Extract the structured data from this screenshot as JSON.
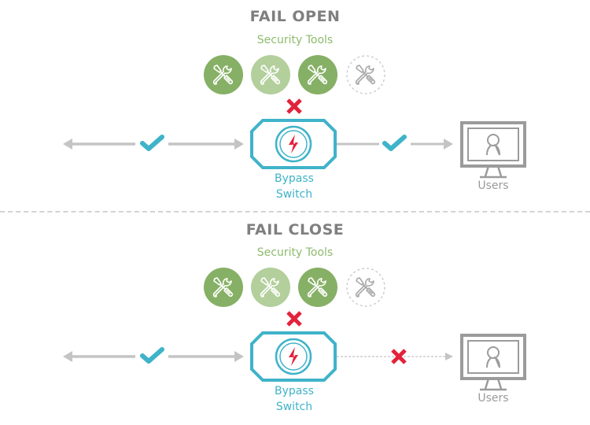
{
  "colors": {
    "tool_dark": "#86b065",
    "tool_light": "#b3cf9c",
    "tool_inactive_stroke": "#c8c8c8",
    "teal": "#3fb3c9",
    "red": "#e3223b",
    "gray_arrow": "#c4c4c4",
    "monitor_gray": "#9b9b9b",
    "title_gray": "#7f7f7f",
    "subtitle_green": "#8dbb6c"
  },
  "panels": [
    {
      "title": "FAIL OPEN",
      "tools_label": "Security Tools",
      "tools": [
        {
          "state": "active",
          "icon": "wrench-screwdriver-icon"
        },
        {
          "state": "faded",
          "icon": "wrench-screwdriver-icon"
        },
        {
          "state": "active",
          "icon": "wrench-screwdriver-icon"
        },
        {
          "state": "inactive",
          "icon": "wrench-screwdriver-icon"
        }
      ],
      "tool_link_status": "blocked",
      "left_link_status": "ok",
      "right_link_status": "ok",
      "switch_label_line1": "Bypass",
      "switch_label_line2": "Switch",
      "users_label": "Users"
    },
    {
      "title": "FAIL CLOSE",
      "tools_label": "Security Tools",
      "tools": [
        {
          "state": "active",
          "icon": "wrench-screwdriver-icon"
        },
        {
          "state": "faded",
          "icon": "wrench-screwdriver-icon"
        },
        {
          "state": "active",
          "icon": "wrench-screwdriver-icon"
        },
        {
          "state": "inactive",
          "icon": "wrench-screwdriver-icon"
        }
      ],
      "tool_link_status": "blocked",
      "left_link_status": "ok",
      "right_link_status": "blocked",
      "switch_label_line1": "Bypass",
      "switch_label_line2": "Switch",
      "users_label": "Users"
    }
  ]
}
